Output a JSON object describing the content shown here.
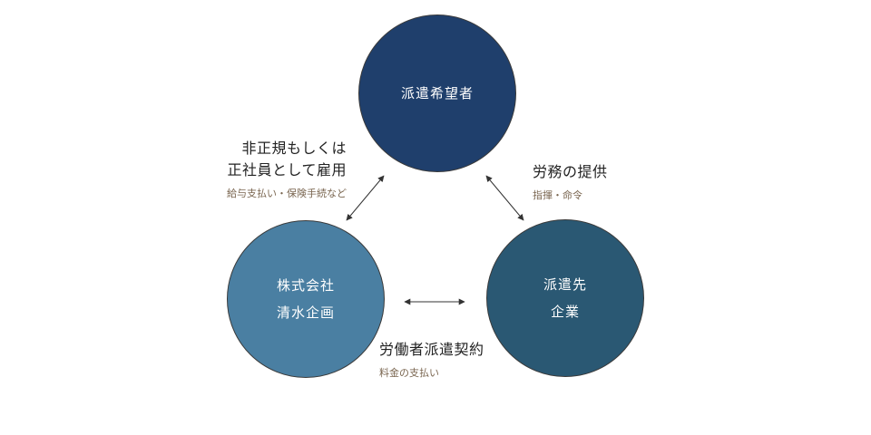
{
  "nodes": {
    "top": {
      "lines": [
        "派遣希望者"
      ],
      "color": "#1f3f6c"
    },
    "left": {
      "lines": [
        "株式会社",
        "清水企画"
      ],
      "color": "#4a7fa2"
    },
    "right": {
      "lines": [
        "派遣先",
        "企業"
      ],
      "color": "#2a5873"
    }
  },
  "relations": {
    "left_top": {
      "lines": [
        "非正規もしくは",
        "正社員として雇用"
      ],
      "sub": "給与支払い・保険手続など"
    },
    "right_top": {
      "lines": [
        "労務の提供"
      ],
      "sub": "指揮・命令"
    },
    "left_right": {
      "lines": [
        "労働者派遣契約"
      ],
      "sub": "料金の支払い"
    }
  },
  "colors": {
    "arrow": "#333333",
    "sub_text": "#7a6650"
  }
}
